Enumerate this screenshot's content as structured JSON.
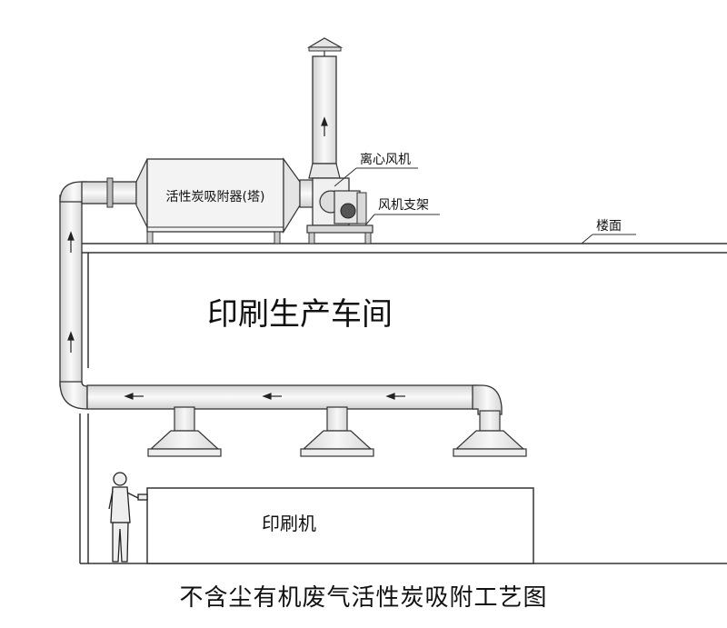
{
  "labels": {
    "adsorber": "活性炭吸附器(塔)",
    "centrifugal_fan": "离心风机",
    "fan_support": "风机支架",
    "floor": "楼面",
    "workshop": "印刷生产车间",
    "printer": "印刷机"
  },
  "caption": "不含尘有机废气活性炭吸附工艺图",
  "colors": {
    "line": "#333333",
    "fill": "#f2f2f2",
    "fill_dark": "#e0e0e0",
    "text": "#111111"
  }
}
